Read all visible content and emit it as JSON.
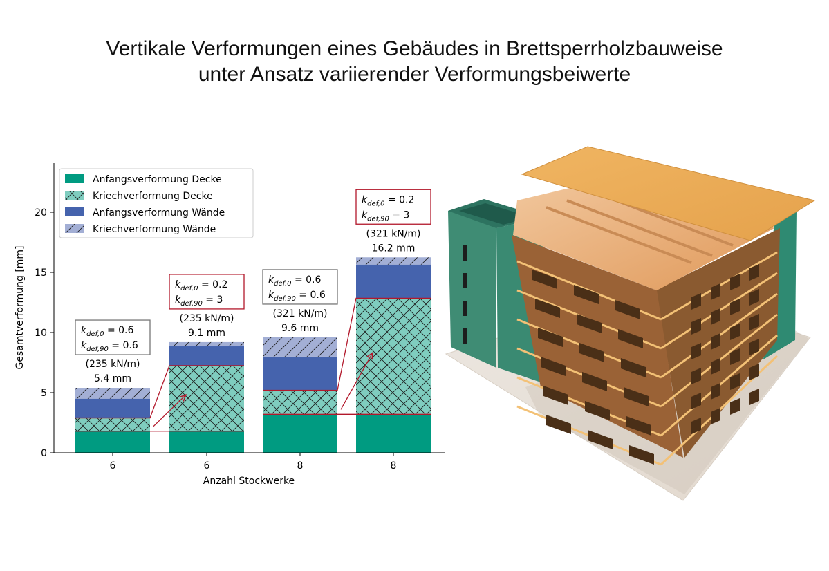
{
  "title": {
    "line1": "Vertikale Verformungen eines Gebäudes in Brettsperrholzbauweise",
    "line2": "unter Ansatz variierender Verformungsbeiwerte"
  },
  "colors": {
    "anfang_decke": "#009b81",
    "kriech_decke": "#7fcdbf",
    "anfang_waende": "#4563ad",
    "kriech_waende": "#a3afd5",
    "annotation_red": "#b2182b",
    "box_gray": "#777777"
  },
  "chart_data": {
    "type": "bar",
    "stacked": true,
    "xlabel": "Anzahl Stockwerke",
    "ylabel": "Gesamtverformung [mm]",
    "ylim": [
      0,
      24
    ],
    "yticks": [
      0,
      5,
      10,
      15,
      20
    ],
    "categories": [
      "6",
      "6",
      "8",
      "8"
    ],
    "series": [
      {
        "name": "Anfangsverformung Decke",
        "values": [
          1.8,
          1.8,
          3.2,
          3.2
        ]
      },
      {
        "name": "Kriechverformung Decke",
        "values": [
          1.1,
          5.45,
          2.0,
          9.65
        ]
      },
      {
        "name": "Anfangsverformung Wände",
        "values": [
          1.6,
          1.6,
          2.8,
          2.8
        ]
      },
      {
        "name": "Kriechverformung Wände",
        "values": [
          0.9,
          0.35,
          1.6,
          0.6
        ]
      }
    ],
    "legend_position": "top-left",
    "totals": [
      {
        "stiffness": "(235 kN/m)",
        "total": "5.4 mm"
      },
      {
        "stiffness": "(235 kN/m)",
        "total": "9.1 mm"
      },
      {
        "stiffness": "(321 kN/m)",
        "total": "9.6 mm"
      },
      {
        "stiffness": "(321 kN/m)",
        "total": "16.2 mm"
      }
    ],
    "coefficients": [
      {
        "k0": "= 0.6",
        "k90": "= 0.6",
        "style": "gray"
      },
      {
        "k0": "= 0.2",
        "k90": "= 3",
        "style": "red"
      },
      {
        "k0": "= 0.6",
        "k90": "= 0.6",
        "style": "gray"
      },
      {
        "k0": "= 0.2",
        "k90": "= 3",
        "style": "red"
      }
    ],
    "coef_symbol": "k",
    "coef_sub0": "def,0",
    "coef_sub90": "def,90"
  }
}
